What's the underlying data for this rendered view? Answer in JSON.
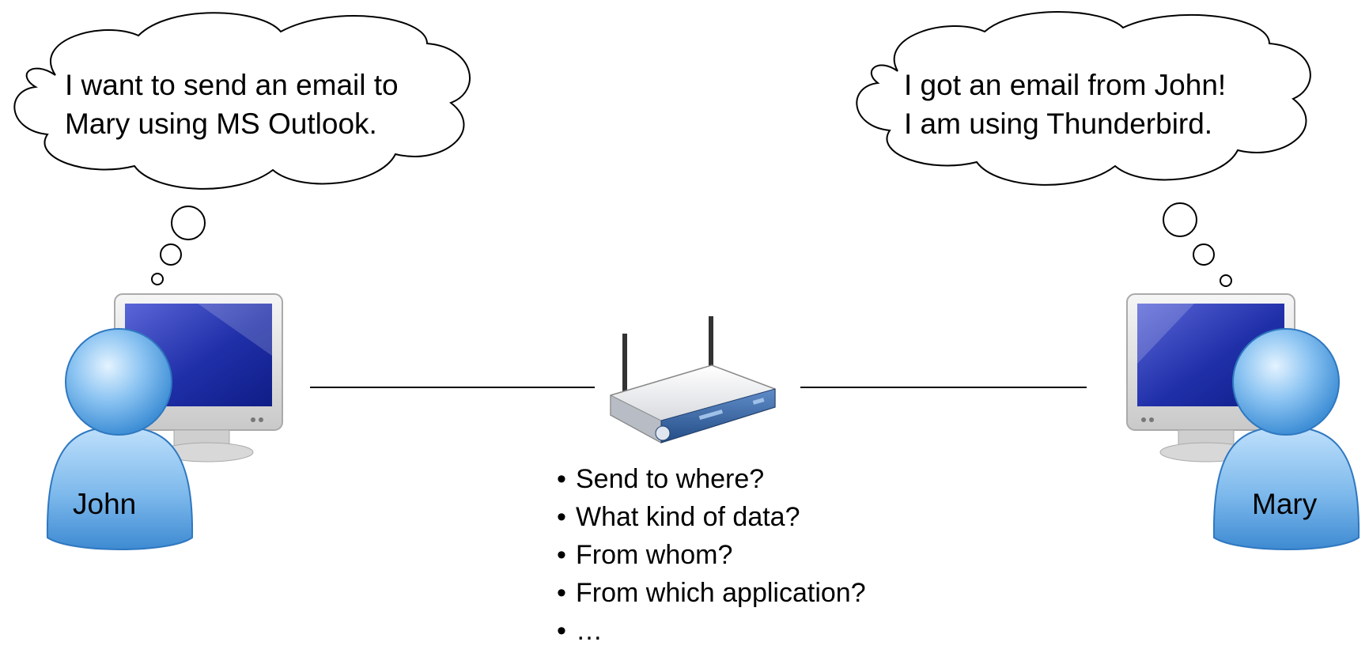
{
  "john": {
    "name": "John",
    "thought_line1": "I want to send an email to",
    "thought_line2": "Mary using MS Outlook."
  },
  "mary": {
    "name": "Mary",
    "thought_line1": "I got an email from John!",
    "thought_line2": "I am using Thunderbird."
  },
  "router": {
    "icon": "wireless-router-icon"
  },
  "questions": [
    "Send to where?",
    "What kind of data?",
    "From whom?",
    "From which application?",
    "…"
  ],
  "colors": {
    "person_blue": "#5aa6e6",
    "screen_blue": "#1f2fa8",
    "router_trim": "#2f5fa0"
  }
}
